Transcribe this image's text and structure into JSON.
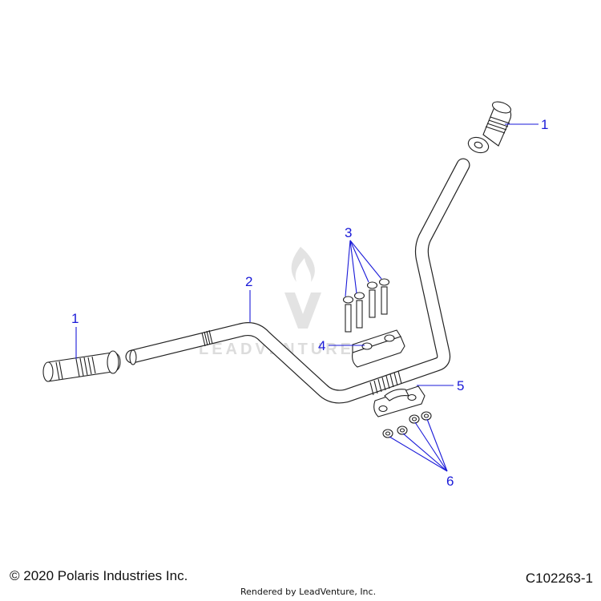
{
  "callouts": {
    "grip_right": "1",
    "grip_left": "1",
    "handlebar": "2",
    "bolts": "3",
    "clamp_upper": "4",
    "clamp_lower": "5",
    "nuts": "6"
  },
  "watermark": {
    "text": "LEADVENTURE"
  },
  "footer": {
    "copyright": "© 2020 Polaris Industries Inc.",
    "rendered_by": "Rendered by LeadVenture, Inc.",
    "diagram_id": "C102263-1"
  },
  "colors": {
    "callout": "#1a1ad8",
    "linework": "#222222",
    "watermark": "#e3e3e3"
  }
}
